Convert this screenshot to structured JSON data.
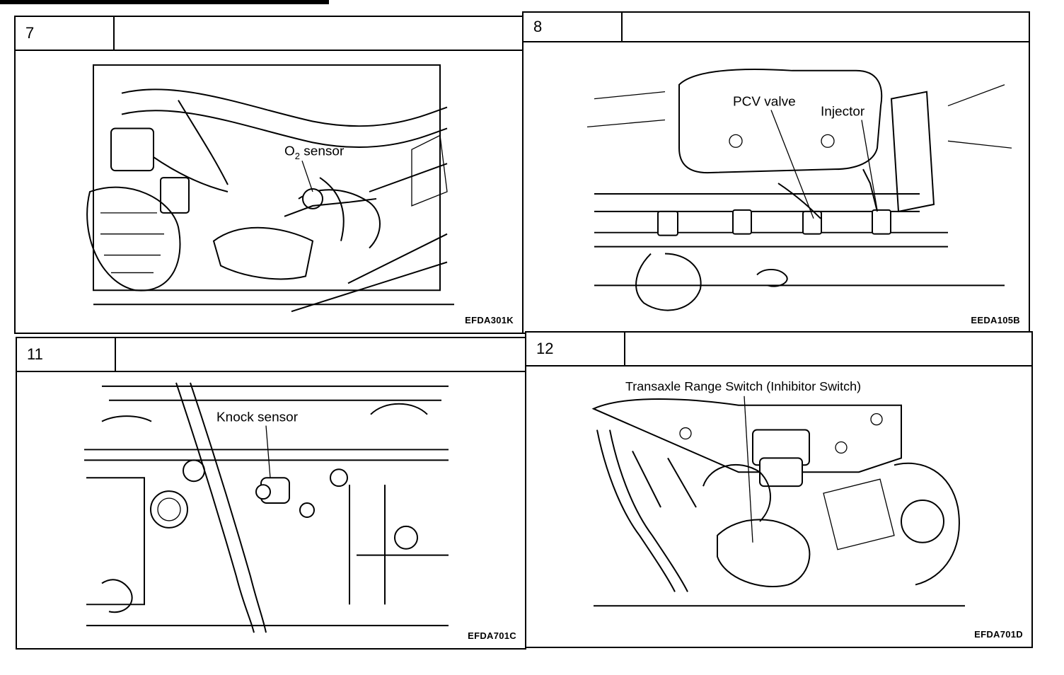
{
  "panels": [
    {
      "number": "7",
      "code": "EFDA301K",
      "label": "O2 sensor",
      "label_main": "O",
      "label_sub": "2",
      "label_rest": " sensor"
    },
    {
      "number": "8",
      "code": "EEDA105B",
      "labels": [
        "PCV valve",
        "Injector"
      ]
    },
    {
      "number": "11",
      "code": "EFDA701C",
      "label": "Knock sensor"
    },
    {
      "number": "12",
      "code": "EFDA701D",
      "label": "Transaxle Range Switch (Inhibitor Switch)"
    }
  ]
}
